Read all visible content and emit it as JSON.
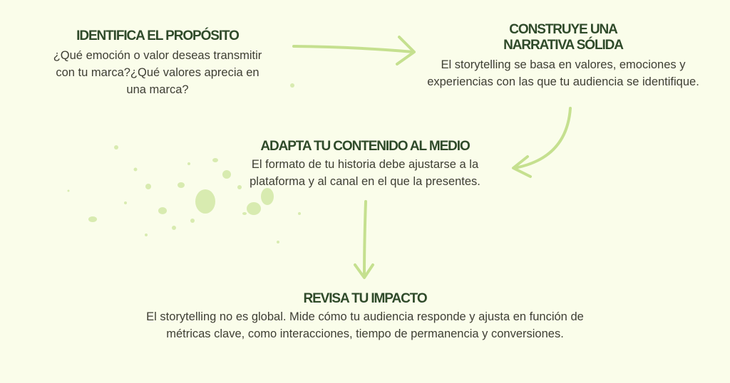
{
  "steps": [
    {
      "title": "IDENTIFICA EL PROPÓSITO",
      "text": "¿Qué emoción o valor deseas transmitir con tu marca?¿Qué valores aprecia en una marca?"
    },
    {
      "title": "CONSTRUYE UNA NARRATIVA SÓLIDA",
      "text": "El storytelling se basa en valores, emociones y experiencias con las que tu audiencia se identifique."
    },
    {
      "title": "ADAPTA TU CONTENIDO AL MEDIO",
      "text": "El formato de tu historia debe ajustarse a la plataforma y al canal en el que la presentes."
    },
    {
      "title": "REVISA TU IMPACTO",
      "text": "El storytelling no es global. Mide cómo tu audiencia responde y ajusta en función de métricas clave, como interacciones, tiempo de permanencia y conversiones."
    }
  ],
  "colors": {
    "background": "#fafdea",
    "title": "#2f4a2a",
    "text": "#3e3e34",
    "arrow": "#c5e08f",
    "splatter": "#d8ebb0"
  }
}
